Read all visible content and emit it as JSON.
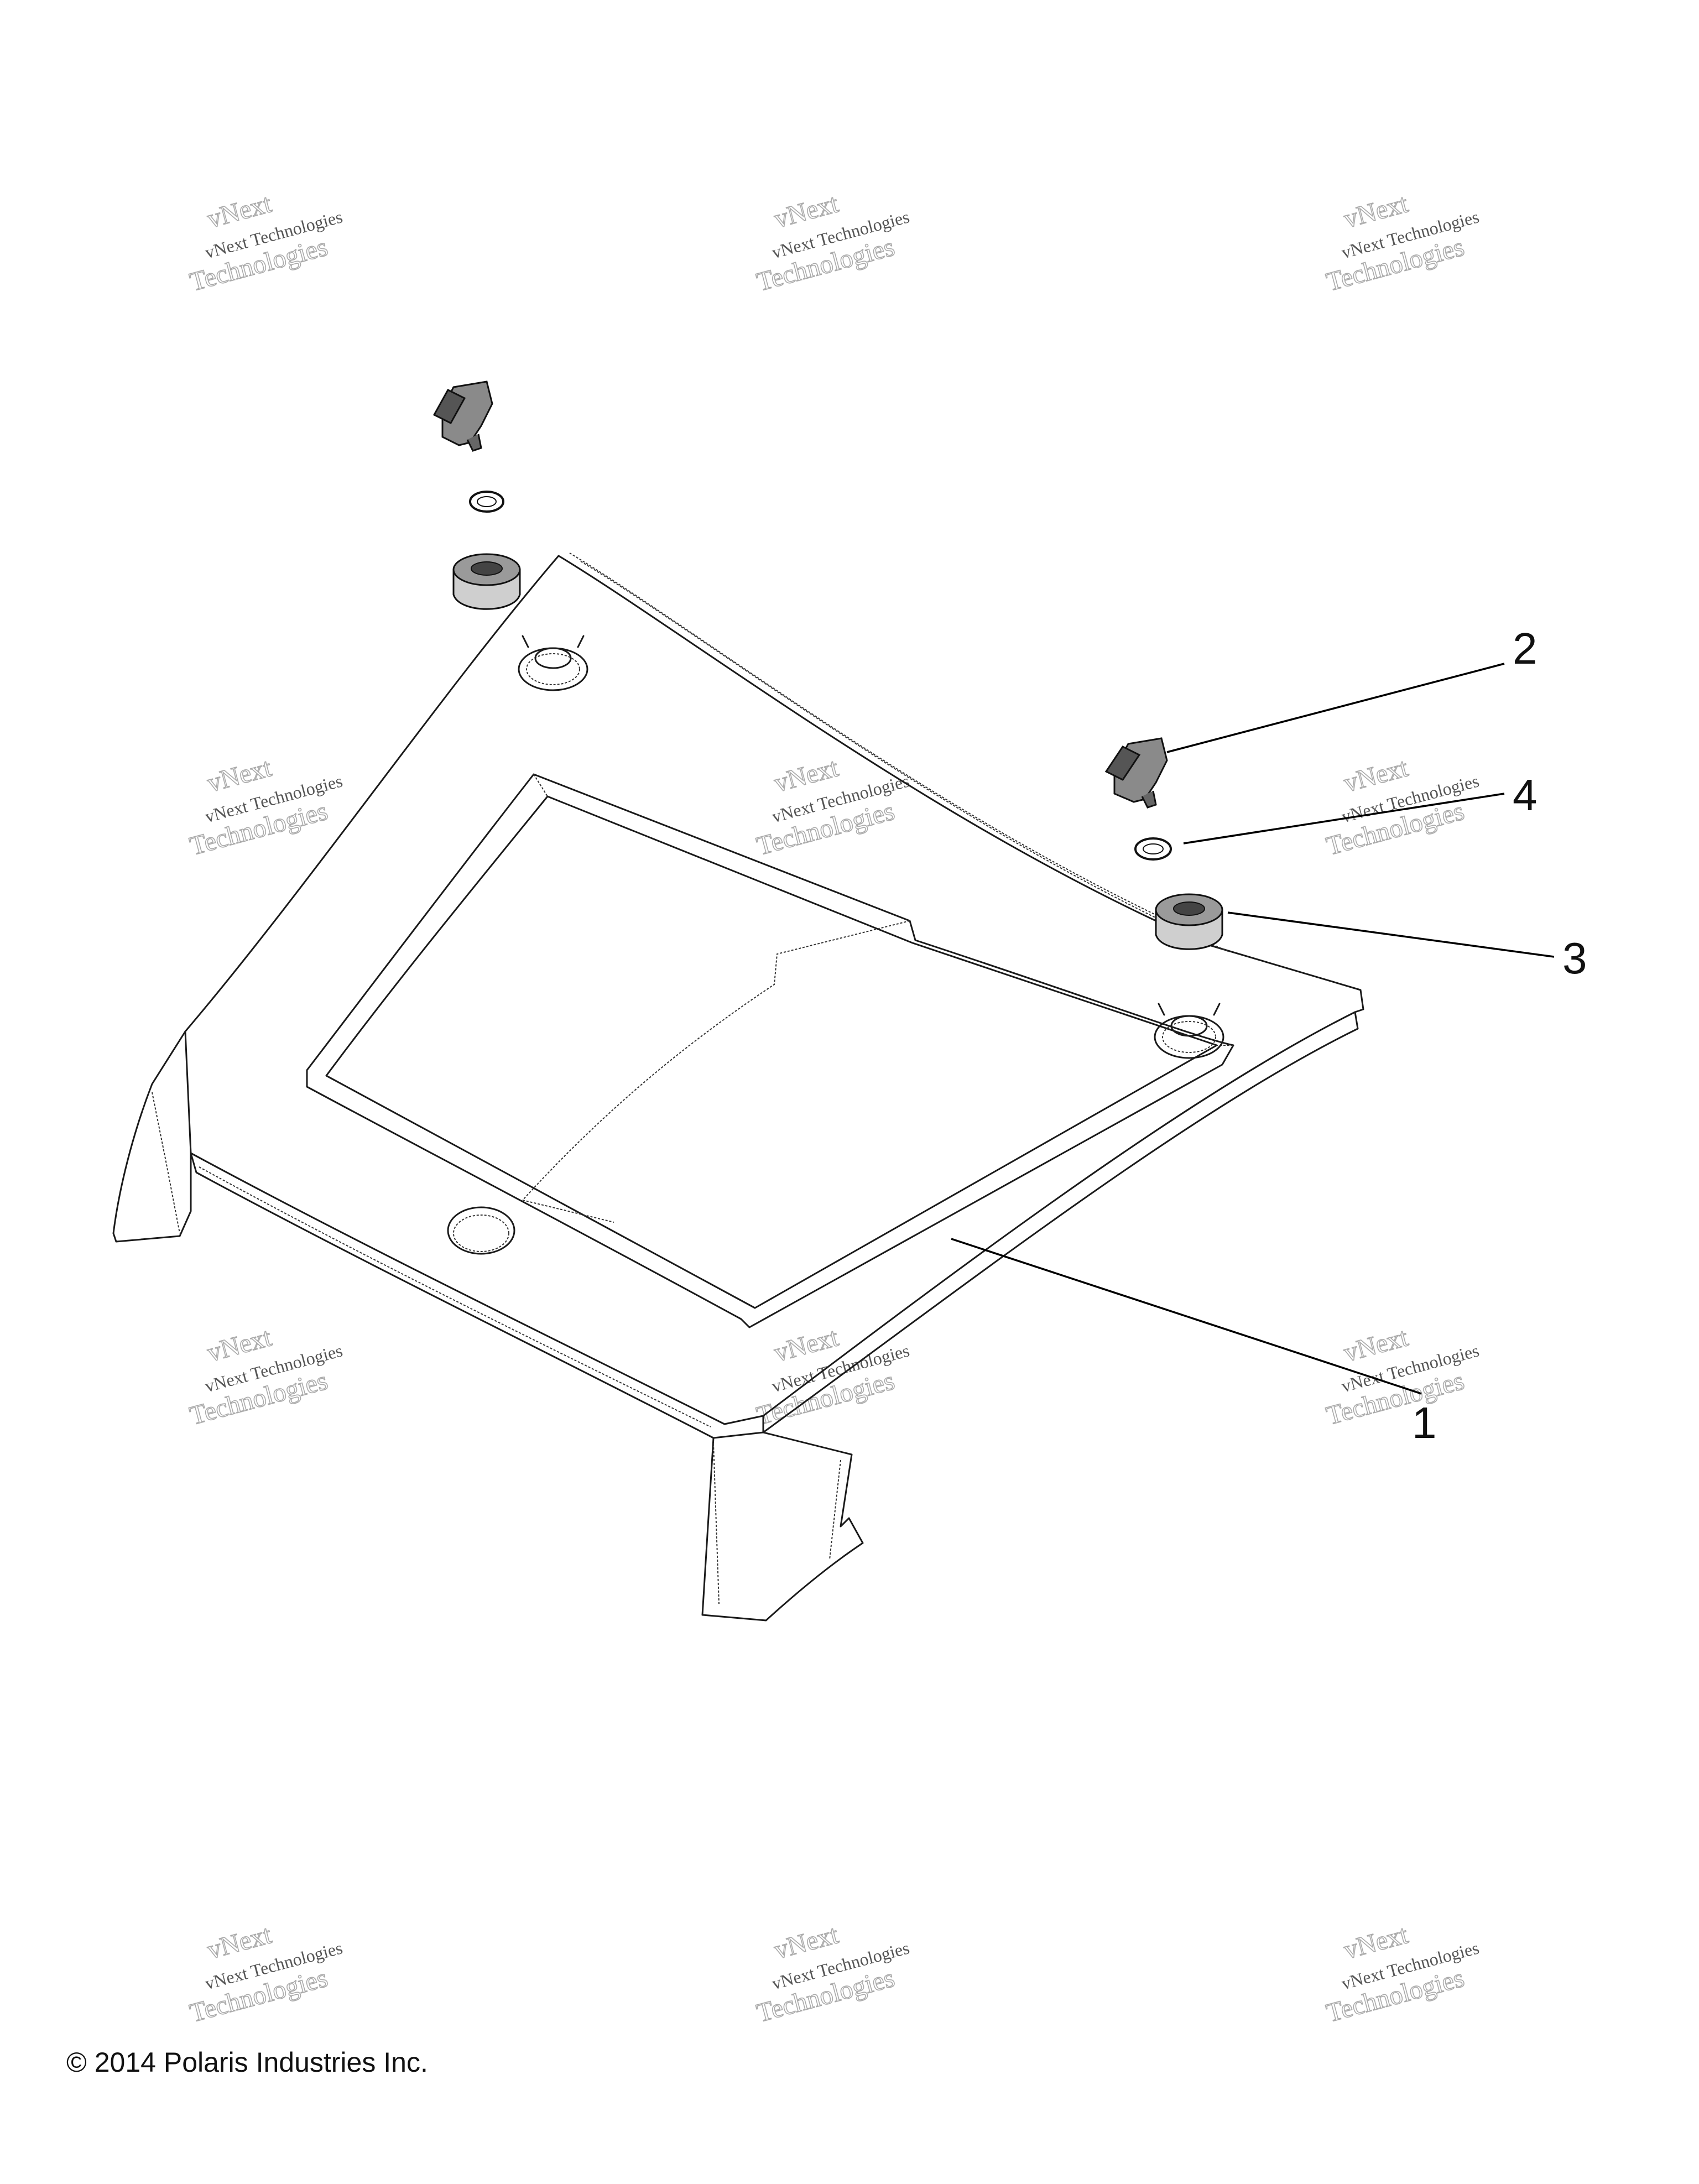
{
  "callouts": [
    {
      "label": "1"
    },
    {
      "label": "2"
    },
    {
      "label": "3"
    },
    {
      "label": "4"
    }
  ],
  "watermark": {
    "line1": "vNext Technologies",
    "line2": "vNext",
    "line3": "Technologies"
  },
  "copyright": "© 2014 Polaris Industries Inc."
}
